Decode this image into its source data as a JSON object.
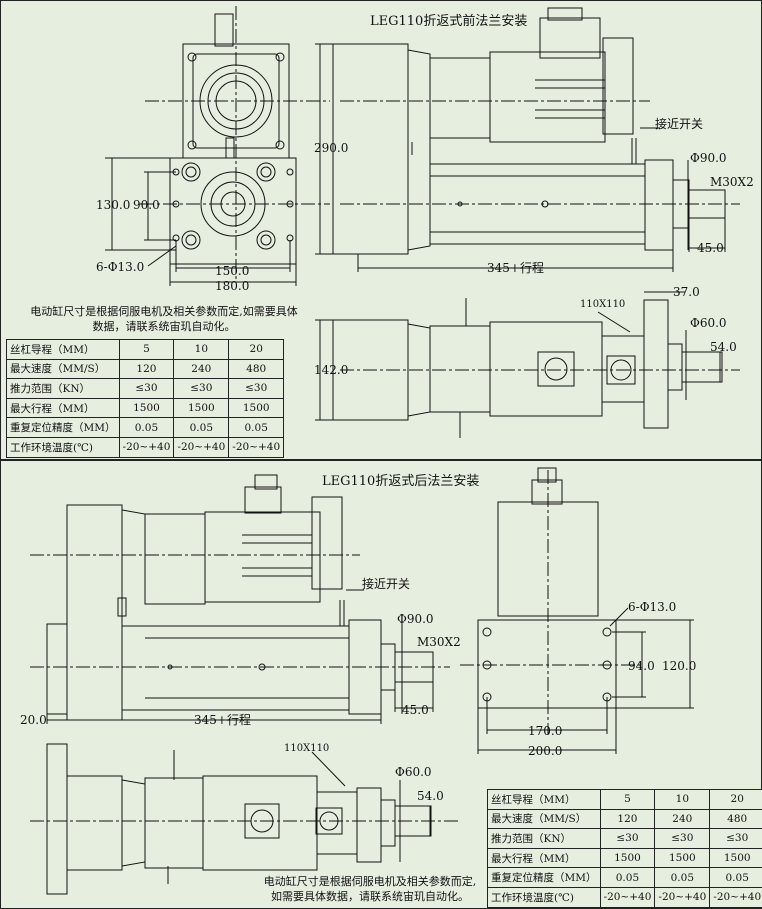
{
  "top": {
    "title": "LEG110折返式前法兰安装",
    "dims": {
      "d290": "290.0",
      "d130": "130.0",
      "d90a": "90.0",
      "holes": "6-Φ13.0",
      "d150": "150.0",
      "d180": "180.0",
      "stroke": "345+行程",
      "phi90": "Φ90.0",
      "thread": "M30X2",
      "d45": "45.0",
      "switch": "接近开关",
      "sq110": "110X110",
      "d37": "37.0",
      "phi60": "Φ60.0",
      "d54": "54.0",
      "d142": "142.0"
    },
    "note": [
      "电动缸尺寸是根据伺服电机及相关参数而定,如需要具体",
      "数据，请联系统宙玑自动化。"
    ]
  },
  "bottom": {
    "title": "LEG110折返式后法兰安装",
    "dims": {
      "switch": "接近开关",
      "phi90": "Φ90.0",
      "thread": "M30X2",
      "d20": "20.0",
      "stroke": "345+行程",
      "d45": "45.0",
      "holes": "6-Φ13.0",
      "d94": "94.0",
      "d120": "120.0",
      "d170": "170.0",
      "d200": "200.0",
      "sq110": "110X110",
      "phi60": "Φ60.0",
      "d54": "54.0"
    },
    "note": [
      "电动缸尺寸是根据伺服电机及相关参数而定,",
      "如需要具体数据，请联系统宙玑自动化。"
    ]
  },
  "spec_table": {
    "rows": [
      [
        "丝杠导程（MM）",
        "5",
        "10",
        "20"
      ],
      [
        "最大速度（MM/S）",
        "120",
        "240",
        "480"
      ],
      [
        "推力范围（KN）",
        "≤30",
        "≤30",
        "≤30"
      ],
      [
        "最大行程（MM）",
        "1500",
        "1500",
        "1500"
      ],
      [
        "重复定位精度（MM）",
        "0.05",
        "0.05",
        "0.05"
      ],
      [
        "工作环境温度(℃)",
        "-20~+40",
        "-20~+40",
        "-20~+40"
      ]
    ]
  }
}
